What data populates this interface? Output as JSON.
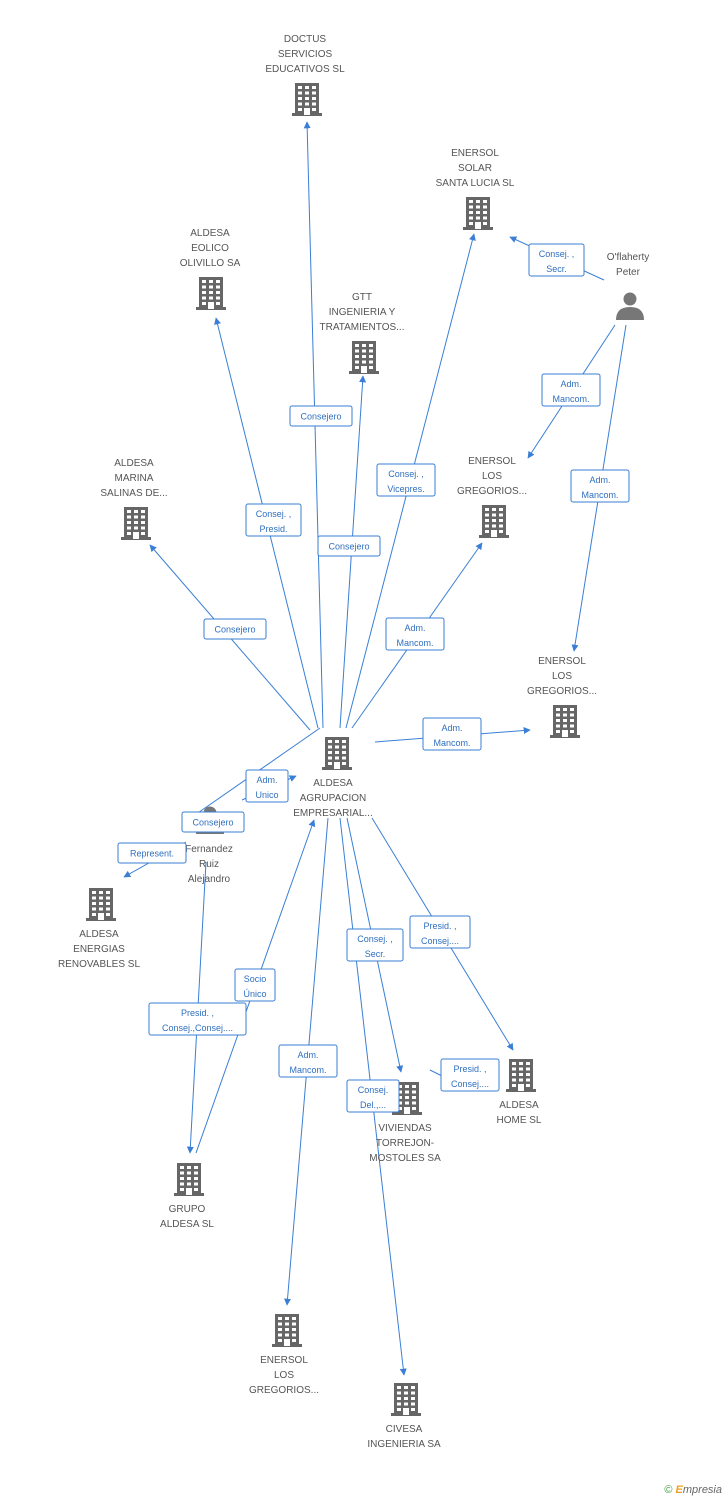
{
  "colors": {
    "edge": "#3a7fd5",
    "node": "#666666",
    "label": "#555555"
  },
  "nodes": [
    {
      "id": "doctus",
      "kind": "company",
      "lines": [
        "DOCTUS",
        "SERVICIOS",
        "EDUCATIVOS SL"
      ]
    },
    {
      "id": "enersol_santa",
      "kind": "company",
      "lines": [
        "ENERSOL",
        "SOLAR",
        "SANTA LUCIA SL"
      ]
    },
    {
      "id": "eolico",
      "kind": "company",
      "lines": [
        "ALDESA",
        "EOLICO",
        "OLIVILLO SA"
      ]
    },
    {
      "id": "gtt",
      "kind": "company",
      "lines": [
        "GTT",
        "INGENIERIA Y",
        "TRATAMIENTOS..."
      ]
    },
    {
      "id": "oflaherty",
      "kind": "person",
      "lines": [
        "O'flaherty",
        "Peter"
      ]
    },
    {
      "id": "marina",
      "kind": "company",
      "lines": [
        "ALDESA",
        "MARINA",
        "SALINAS DE..."
      ]
    },
    {
      "id": "gregorios1",
      "kind": "company",
      "lines": [
        "ENERSOL",
        "LOS",
        "GREGORIOS..."
      ]
    },
    {
      "id": "gregorios2",
      "kind": "company",
      "lines": [
        "ENERSOL",
        "LOS",
        "GREGORIOS..."
      ]
    },
    {
      "id": "agrupacion",
      "kind": "company",
      "lines": [
        "ALDESA",
        "AGRUPACION",
        "EMPRESARIAL..."
      ]
    },
    {
      "id": "fernandez",
      "kind": "person",
      "lines": [
        "Fernandez",
        "Ruiz",
        "Alejandro"
      ]
    },
    {
      "id": "energias",
      "kind": "company",
      "lines": [
        "ALDESA",
        "ENERGIAS",
        "RENOVABLES SL"
      ]
    },
    {
      "id": "home",
      "kind": "company",
      "lines": [
        "ALDESA",
        "HOME SL"
      ]
    },
    {
      "id": "viviendas",
      "kind": "company",
      "lines": [
        "VIVIENDAS",
        "TORREJON-",
        "MOSTOLES SA"
      ]
    },
    {
      "id": "grupo",
      "kind": "company",
      "lines": [
        "GRUPO",
        "ALDESA SL"
      ]
    },
    {
      "id": "gregorios3",
      "kind": "company",
      "lines": [
        "ENERSOL",
        "LOS",
        "GREGORIOS..."
      ]
    },
    {
      "id": "civesa",
      "kind": "company",
      "lines": [
        "CIVESA",
        "INGENIERIA SA"
      ]
    }
  ],
  "edges": [
    {
      "from": "agrupacion",
      "to": "doctus",
      "lines": [
        "Consejero"
      ]
    },
    {
      "from": "agrupacion",
      "to": "eolico",
      "lines": [
        "Consej. ,",
        "Presid."
      ]
    },
    {
      "from": "agrupacion",
      "to": "gtt",
      "lines": [
        "Consejero"
      ]
    },
    {
      "from": "agrupacion",
      "to": "enersol_santa",
      "lines": [
        "Consej. ,",
        "Vicepres."
      ]
    },
    {
      "from": "agrupacion",
      "to": "marina",
      "lines": [
        "Consejero"
      ]
    },
    {
      "from": "agrupacion",
      "to": "gregorios1",
      "lines": [
        "Adm.",
        "Mancom."
      ]
    },
    {
      "from": "agrupacion",
      "to": "gregorios2",
      "lines": [
        "Adm.",
        "Mancom."
      ]
    },
    {
      "from": "oflaherty",
      "to": "enersol_santa",
      "lines": [
        "Consej. ,",
        "Secr."
      ]
    },
    {
      "from": "oflaherty",
      "to": "gregorios1",
      "lines": [
        "Adm.",
        "Mancom."
      ]
    },
    {
      "from": "oflaherty",
      "to": "gregorios2",
      "lines": [
        "Adm.",
        "Mancom."
      ]
    },
    {
      "from": "fernandez",
      "to": "agrupacion",
      "lines": [
        "Adm.",
        "Unico"
      ]
    },
    {
      "from": "agrupacion",
      "to": "fernandez",
      "lines": [
        "Consejero"
      ]
    },
    {
      "from": "fernandez",
      "to": "energias",
      "lines": [
        "Represent."
      ]
    },
    {
      "from": "fernandez",
      "to": "grupo",
      "lines": [
        "Presid. ,",
        "Consej.,Consej...."
      ]
    },
    {
      "from": "grupo",
      "to": "agrupacion",
      "lines": [
        "Socio",
        "Único"
      ]
    },
    {
      "from": "agrupacion",
      "to": "viviendas",
      "lines": [
        "Consej. ,",
        "Secr."
      ]
    },
    {
      "from": "agrupacion",
      "to": "home",
      "lines": [
        "Presid. ,",
        "Consej...."
      ]
    },
    {
      "from": "agrupacion",
      "to": "gregorios3",
      "lines": [
        "Adm.",
        "Mancom."
      ]
    },
    {
      "from": "agrupacion",
      "to": "civesa",
      "lines": [
        "Consej.",
        "Del.,..."
      ]
    },
    {
      "from": "viviendas",
      "to": "home",
      "lines": [
        "Presid. ,",
        "Consej...."
      ]
    }
  ],
  "footer": {
    "copyright": "©",
    "brand_initial": "E",
    "brand_rest": "mpresia"
  }
}
